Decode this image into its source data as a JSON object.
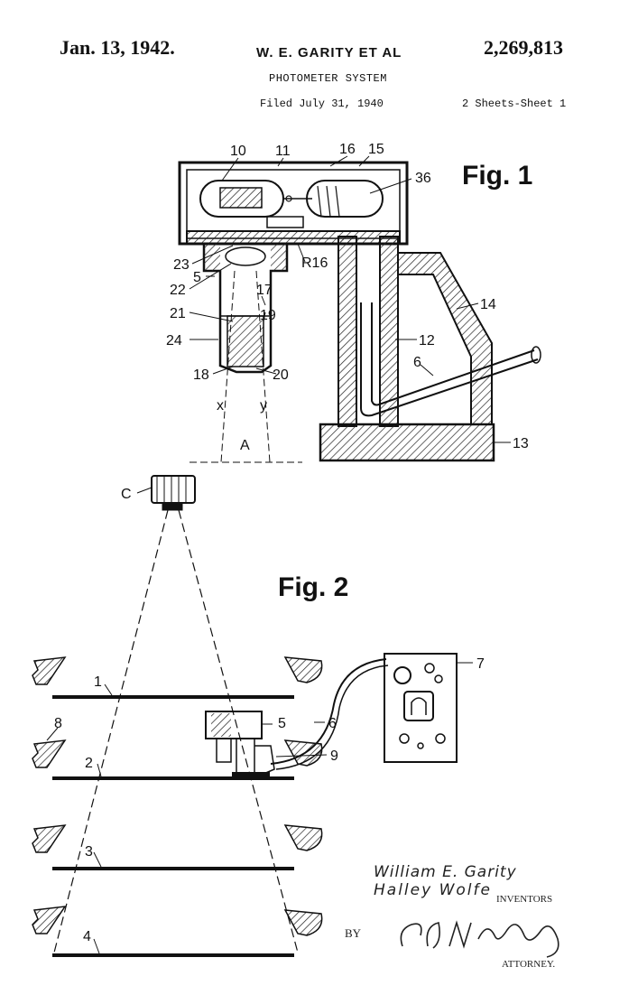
{
  "header": {
    "date": "Jan. 13, 1942.",
    "inventors": "W. E. GARITY ET AL",
    "patent_number": "2,269,813",
    "title": "PHOTOMETER SYSTEM",
    "filed": "Filed July 31, 1940",
    "sheets": "2 Sheets-Sheet 1"
  },
  "fig1": {
    "caption": "Fig. 1",
    "labels": {
      "l10": "10",
      "l11": "11",
      "l16": "16",
      "l15": "15",
      "l36": "36",
      "l23": "23",
      "l5": "5",
      "l22": "22",
      "l21": "21",
      "l24": "24",
      "l18": "18",
      "l17": "17",
      "l19": "19",
      "l20": "20",
      "lR16": "R16",
      "l14": "14",
      "l12": "12",
      "l6": "6",
      "l13": "13",
      "lx": "x",
      "ly": "y",
      "lA": "A"
    }
  },
  "fig2": {
    "caption": "Fig. 2",
    "labels": {
      "lC": "C",
      "l1": "1",
      "l2": "2",
      "l3": "3",
      "l4": "4",
      "l5": "5",
      "l6": "6",
      "l7": "7",
      "l8": "8",
      "l9": "9"
    }
  },
  "signatures": {
    "inventor_1": "William E. Garity",
    "inventor_2": "Halley Wolfe",
    "inventors_label": "INVENTORS",
    "by": "BY",
    "attorney_label": "ATTORNEY."
  }
}
